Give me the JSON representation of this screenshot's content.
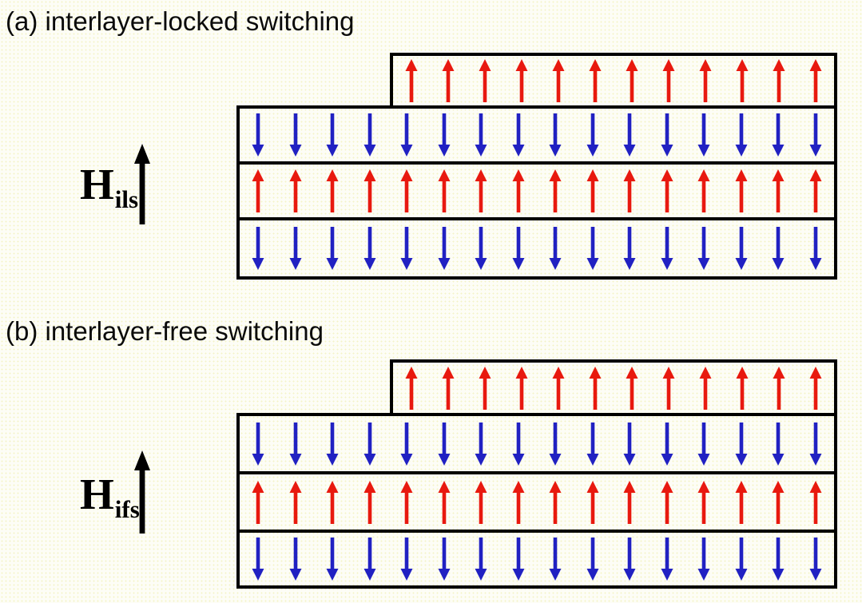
{
  "figure": {
    "description_note": "two-panel spin-stack diagram"
  },
  "colors": {
    "page_bg": "#fdfdf6",
    "box_border": "#000000",
    "spin_up": "#e8190f",
    "spin_down": "#2121c2",
    "field_arrow": "#000000"
  },
  "panels": [
    {
      "title": "(a) interlayer-locked switching",
      "field": {
        "symbol": "H",
        "subscript": "ils",
        "arrow_icon": "up-arrow"
      },
      "layers": [
        {
          "position": "top-offset",
          "spin": "up",
          "arrow_icon": "up-arrow",
          "arrow_count": 12
        },
        {
          "position": "second",
          "spin": "down",
          "arrow_icon": "down-arrow",
          "arrow_count": 16
        },
        {
          "position": "third",
          "spin": "up",
          "arrow_icon": "up-arrow",
          "arrow_count": 16
        },
        {
          "position": "bottom",
          "spin": "down",
          "arrow_icon": "down-arrow",
          "arrow_count": 16
        }
      ]
    },
    {
      "title": "(b) interlayer-free switching",
      "field": {
        "symbol": "H",
        "subscript": "ifs",
        "arrow_icon": "up-arrow"
      },
      "layers": [
        {
          "position": "top-offset",
          "spin": "up",
          "arrow_icon": "up-arrow",
          "arrow_count": 12
        },
        {
          "position": "second",
          "spin": "down",
          "arrow_icon": "down-arrow",
          "arrow_count": 16
        },
        {
          "position": "third",
          "spin": "up",
          "arrow_icon": "up-arrow",
          "arrow_count": 16
        },
        {
          "position": "bottom",
          "spin": "down",
          "arrow_icon": "down-arrow",
          "arrow_count": 16
        }
      ]
    }
  ]
}
